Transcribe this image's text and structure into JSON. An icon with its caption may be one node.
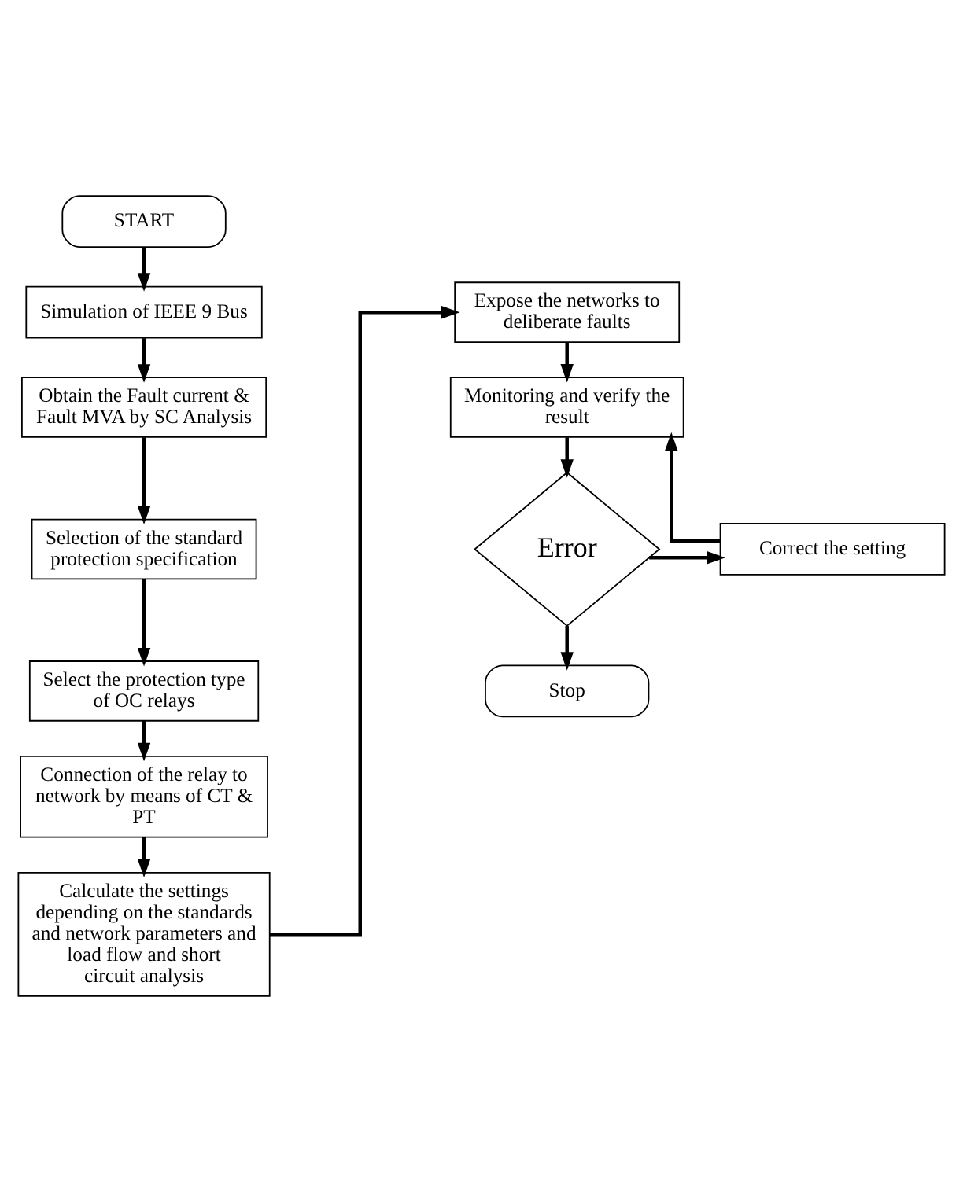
{
  "diagram": {
    "nodes": [
      {
        "text": [
          "START"
        ]
      },
      {
        "text": [
          "Simulation of IEEE 9 Bus"
        ]
      },
      {
        "text": [
          "Obtain the Fault current & Fault MVA by SC Analysis"
        ]
      },
      {
        "text": [
          "Selection of the standard protection specification"
        ]
      },
      {
        "text": [
          "Select the protection type of OC relays"
        ]
      },
      {
        "text": [
          "Connection of the relay to network by means of CT & PT"
        ]
      },
      {
        "text": [
          "Calculate the settings depending on the standards and network parameters and load flow and short circuit analysis"
        ]
      },
      {
        "text": [
          "Expose the networks to deliberate faults"
        ]
      },
      {
        "text": [
          "Monitoring and verify the result"
        ]
      },
      {
        "text": [
          "Error"
        ]
      },
      {
        "text": [
          "Correct the setting"
        ]
      },
      {
        "text": [
          "Stop"
        ]
      }
    ],
    "edges": [
      {
        "from": 0,
        "to": 1,
        "arrow": "to"
      },
      {
        "from": 1,
        "to": 2,
        "arrow": "to"
      },
      {
        "from": 2,
        "to": 3,
        "arrow": "to"
      },
      {
        "from": 3,
        "to": 4,
        "arrow": "to"
      },
      {
        "from": 4,
        "to": 5,
        "arrow": "to"
      },
      {
        "from": 5,
        "to": 6,
        "arrow": "to"
      },
      {
        "from": 6,
        "to": 7,
        "arrow": "to"
      },
      {
        "from": 7,
        "to": 8,
        "arrow": "to"
      },
      {
        "from": 8,
        "to": 9,
        "arrow": "to"
      },
      {
        "from": 9,
        "to": 10,
        "arrow": "to"
      },
      {
        "from": 10,
        "to": 8,
        "arrow": "to"
      },
      {
        "from": 9,
        "to": 11,
        "arrow": "to"
      }
    ]
  }
}
